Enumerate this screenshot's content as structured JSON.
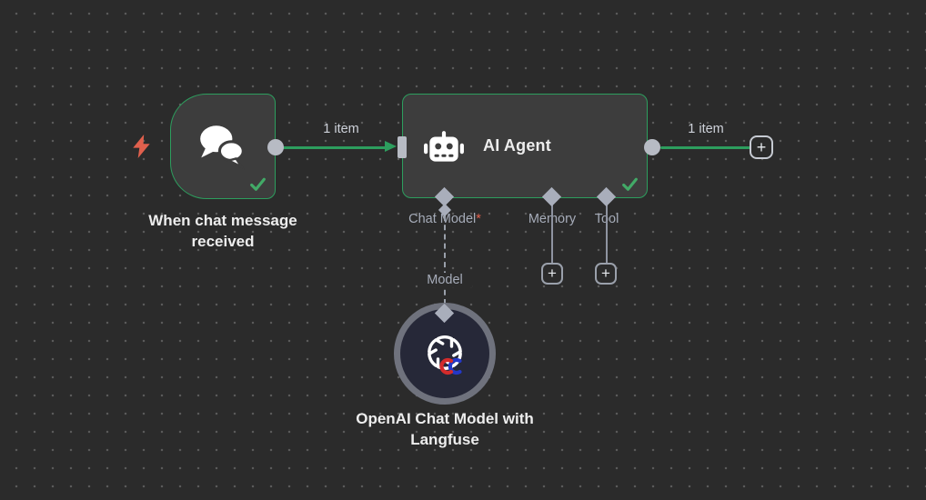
{
  "colors": {
    "background": "#2b2b2b",
    "node_fill": "#3d3d3d",
    "success_green": "#2d9e5e",
    "connector_gray": "#b7bbc4",
    "label_gray": "#a6acb9",
    "error_red": "#e0604d",
    "model_node_fill": "#262838",
    "model_node_ring": "#6f727d"
  },
  "trigger_node": {
    "title": "When chat message received",
    "icon": "chat-bubbles-icon",
    "status": "success"
  },
  "agent_node": {
    "title": "AI Agent",
    "icon": "robot-icon",
    "status": "success",
    "ports": [
      {
        "label": "Chat Model",
        "required_marker": "*"
      },
      {
        "label": "Memory"
      },
      {
        "label": "Tool"
      }
    ]
  },
  "model_node": {
    "title": "OpenAI Chat Model with Langfuse",
    "icon": "openai-icon"
  },
  "connections": {
    "trigger_to_agent_label": "1 item",
    "agent_output_label": "1 item",
    "model_link_label": "Model"
  },
  "buttons": {
    "plus": "+"
  }
}
